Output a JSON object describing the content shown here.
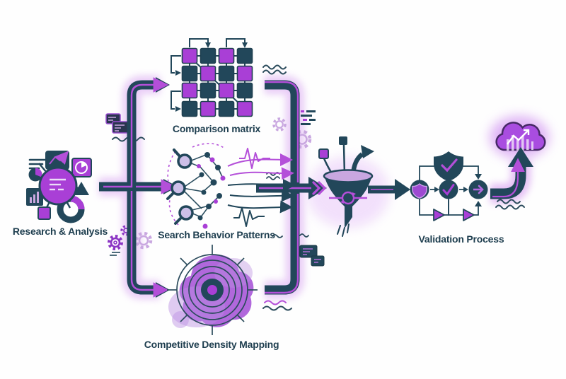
{
  "diagram": {
    "background": "#fefefe",
    "palette": {
      "dark_teal": "#22475a",
      "purple": "#a93fd6",
      "accent_purple": "#b44fd9",
      "lavender": "#c9a7e0",
      "glow": "#e3bdf5",
      "label_color": "#1d3d4e",
      "cloud_purple": "#a94de0"
    },
    "nodes": {
      "research": {
        "label": "Research & Analysis",
        "icon": "analytics-cluster-icon"
      },
      "comparison": {
        "label": "Comparison matrix",
        "icon": "matrix-grid-icon"
      },
      "search": {
        "label": "Search Behavior Patterns",
        "icon": "search-network-icon"
      },
      "density": {
        "label": "Competitive Density Mapping",
        "icon": "radar-heatmap-icon"
      },
      "funnel": {
        "icon": "filter-funnel-icon"
      },
      "validation": {
        "label": "Validation Process",
        "icon": "shield-check-flow-icon"
      },
      "outcome": {
        "icon": "cloud-growth-icon"
      }
    },
    "flow": [
      "Research & Analysis -> Comparison matrix",
      "Research & Analysis -> Search Behavior Patterns",
      "Research & Analysis -> Competitive Density Mapping",
      "Comparison matrix -> Funnel",
      "Search Behavior Patterns -> Funnel",
      "Competitive Density Mapping -> Funnel",
      "Funnel -> Validation Process",
      "Validation Process -> Cloud growth"
    ]
  }
}
